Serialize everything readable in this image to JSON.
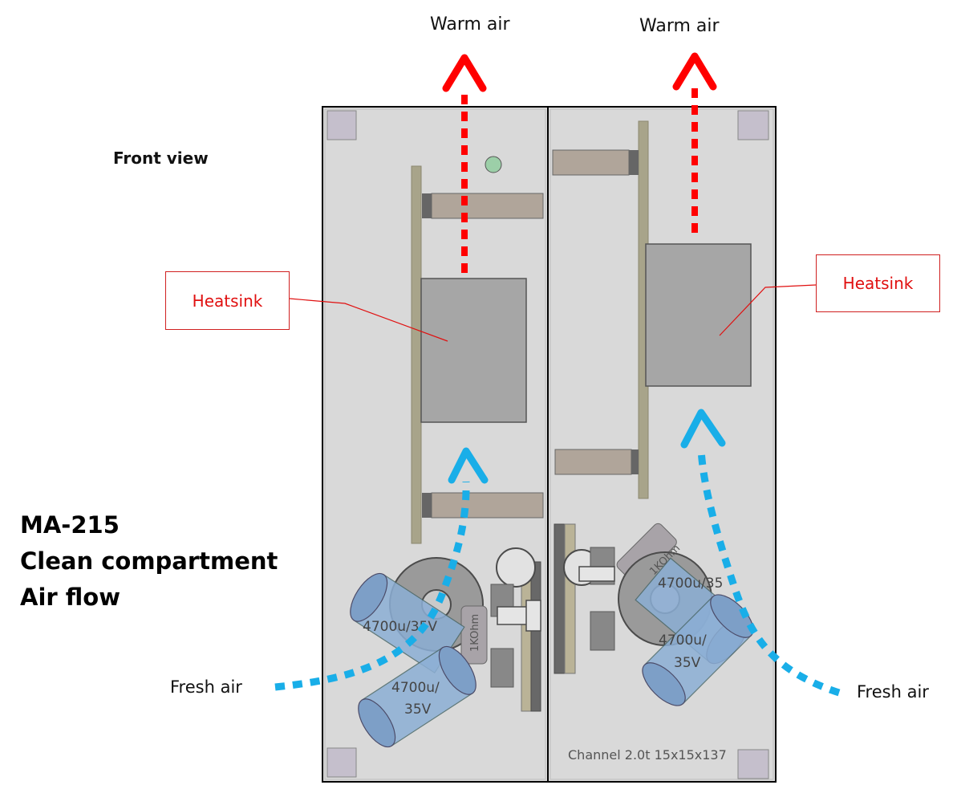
{
  "title_lines": [
    "MA-215",
    "Clean compartment",
    "Air flow"
  ],
  "view_label": "Front view",
  "warm_air_label": "Warm air",
  "fresh_air_label": "Fresh air",
  "heatsink_label": "Heatsink",
  "capacitor_value": "4700u/35V",
  "capacitor_value_line1": "4700u/",
  "capacitor_value_line2": "35V",
  "capacitor_value_partial": "4700u/35",
  "resistor_label": "1KOhm",
  "channel_label": "Channel 2.0t 15x15x137",
  "colors": {
    "warm_arrow": "#ff0000",
    "fresh_arrow": "#19aee8",
    "panel": "#d9d9d9",
    "heatsink": "#a6a6a6",
    "callout": "#d02020"
  }
}
